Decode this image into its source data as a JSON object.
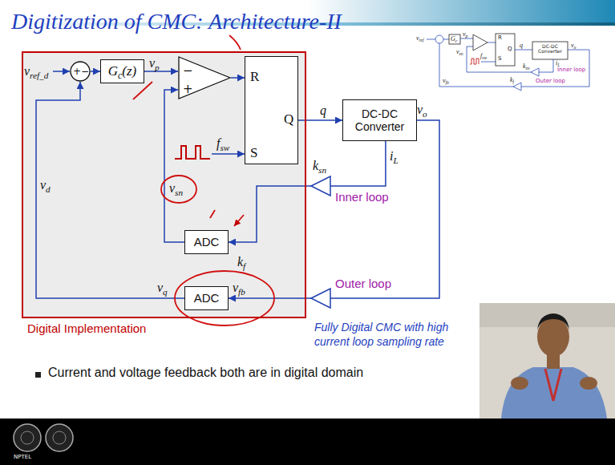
{
  "diagram": {
    "title": "Digitization of CMC: Architecture-II",
    "nodes": [
      {
        "text": [
          "Digital Implementation"
        ]
      },
      {
        "text": [
          "+",
          "−"
        ],
        "in": 0
      },
      {
        "text": [
          "Gc(z)"
        ],
        "in": 0
      },
      {
        "text": [
          "−",
          "+"
        ],
        "in": 0
      },
      {
        "text": [
          "R",
          "Q",
          "S"
        ],
        "in": 0
      },
      {
        "text": [
          "DC-DC Converter"
        ]
      },
      {
        "text": [
          "ADC"
        ],
        "in": 0
      },
      {
        "text": [
          "ADC"
        ],
        "in": 0
      }
    ],
    "edges": [
      {
        "from": 1,
        "to": 2,
        "arrow": "to"
      },
      {
        "from": 2,
        "to": 3,
        "label": "vp",
        "arrow": "to"
      },
      {
        "from": 3,
        "to": 4,
        "arrow": "to"
      },
      {
        "from": 4,
        "to": 5,
        "label": "q",
        "arrow": "to"
      },
      {
        "from": 5,
        "to": 6,
        "label": "iL",
        "arrow": "to"
      },
      {
        "from": 6,
        "to": 3,
        "label": "vsn",
        "arrow": "to"
      },
      {
        "from": 5,
        "to": 7,
        "label": "vo",
        "arrow": "to"
      },
      {
        "from": 7,
        "to": 1,
        "label": "vd",
        "arrow": "to"
      }
    ],
    "labels": [
      "vref_d",
      "fsw",
      "vq",
      "vfb",
      "ksn",
      "kf",
      "Inner loop",
      "Outer loop",
      "Fully Digital CMC with high current loop sampling rate",
      "Current and voltage feedback both are in digital domain",
      "vref",
      "vfb",
      "Gc",
      "vp",
      "vsn",
      "R",
      "Q",
      "S",
      "fsw",
      "q",
      "DC-DC Converter",
      "vo",
      "iL",
      "ksn",
      "Inner loop",
      "kf",
      "Outer loop",
      "NPTEL"
    ]
  }
}
